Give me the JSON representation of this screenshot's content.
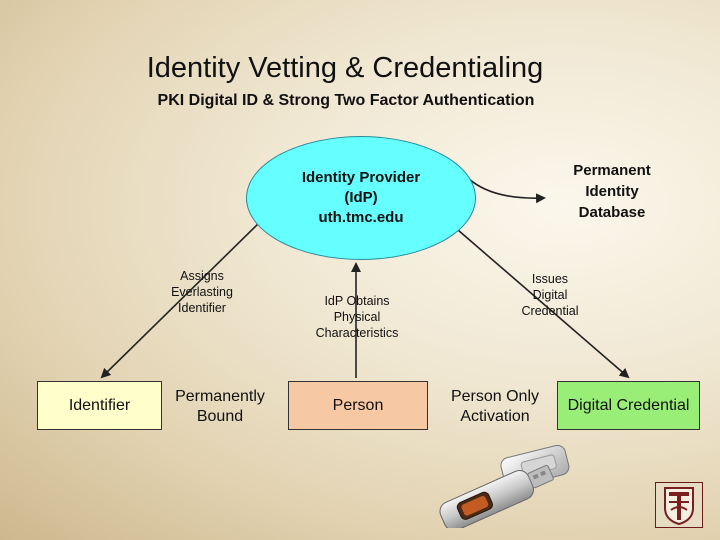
{
  "slide": {
    "title": "Identity Vetting & Credentialing",
    "subtitle": "PKI Digital ID & Strong Two Factor Authentication"
  },
  "nodes": {
    "identity_provider": {
      "lines": [
        "Identity Provider",
        "(IdP)",
        "uth.tmc.edu"
      ],
      "fill": "#66ffff"
    },
    "permanent_database": {
      "lines": [
        "Permanent",
        "Identity",
        "Database"
      ]
    },
    "identifier": {
      "label": "Identifier",
      "fill": "#ffffcc"
    },
    "permanently_bound": {
      "lines": [
        "Permanently",
        "Bound"
      ]
    },
    "person": {
      "label": "Person",
      "fill": "#f7c8a4"
    },
    "person_only_activation": {
      "lines": [
        "Person Only",
        "Activation"
      ]
    },
    "digital_credential": {
      "label": "Digital Credential",
      "fill": "#99ee77"
    }
  },
  "edge_labels": {
    "assigns": [
      "Assigns",
      "Everlasting",
      "Identifier"
    ],
    "obtains": [
      "IdP Obtains",
      "Physical",
      "Characteristics"
    ],
    "issues": [
      "Issues",
      "Digital",
      "Credential"
    ]
  }
}
